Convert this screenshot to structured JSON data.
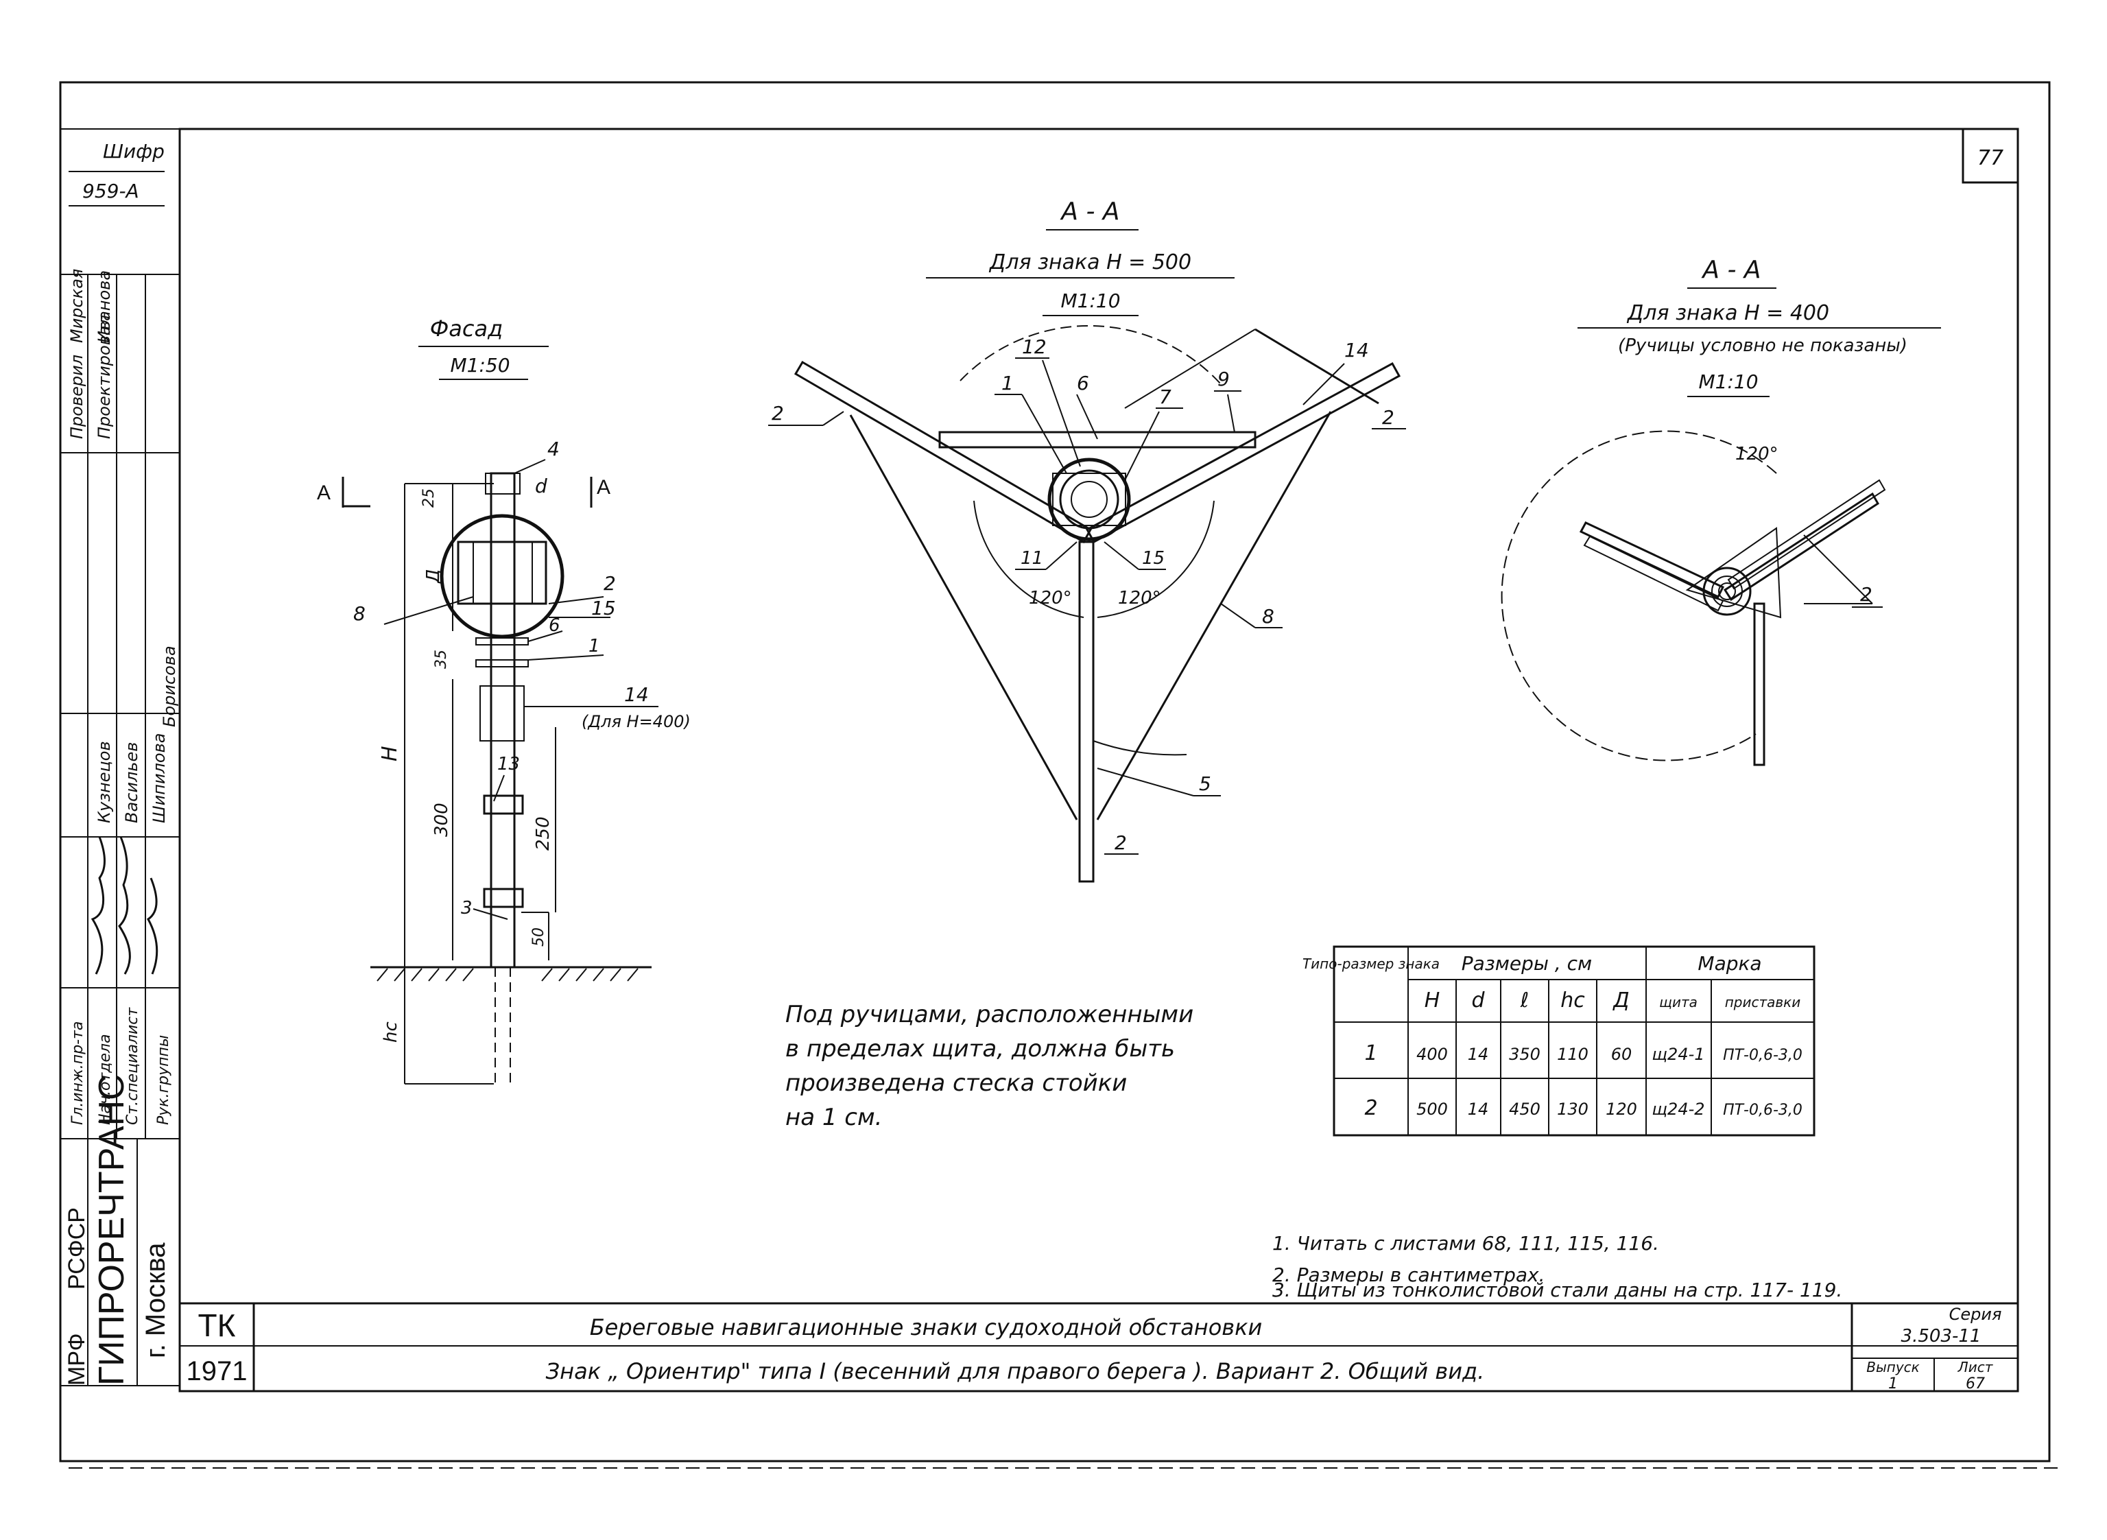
{
  "sheet": {
    "page_number": "77",
    "cipher_label": "Шифр",
    "cipher_value": "959-А",
    "org_ministry": "МРФ",
    "org_rsfsr": "РСФСР",
    "org_name": "ГИПРОРЕЧТРАНС",
    "org_city": "г. Москва",
    "stamp_tk": "ТК",
    "stamp_year": "1971"
  },
  "approvals": {
    "roles": [
      "Гл.инж.пр-та",
      "Нач.отдела",
      "Ст.специалист",
      "Рук.группы"
    ],
    "names": [
      "Кузнецов",
      "Васильев",
      "Шипилова",
      "Борисова"
    ],
    "check_roles": [
      "Проверил",
      "Проектировал"
    ],
    "check_names": [
      "Мирская",
      "Иванова"
    ]
  },
  "title_block": {
    "line1": "Береговые навигационные знаки судоходной обстановки",
    "line2": "Знак „ Ориентир\" типа I (весенний для правого берега ). Вариант 2. Общий вид.",
    "series_label": "Серия",
    "series_value": "3.503-11",
    "issue_label": "Выпуск",
    "issue_value": "1",
    "sheet_label": "Лист",
    "sheet_value": "67"
  },
  "facade": {
    "title": "Фасад",
    "scale": "М1:50",
    "section_mark": "А",
    "dims": {
      "top": "25",
      "D": "Д",
      "d": "d",
      "mid": "35",
      "H": "Н",
      "pole": "300",
      "lower": "250",
      "base": "50",
      "hc": "hc"
    },
    "callouts": [
      "4",
      "2",
      "15",
      "8",
      "6",
      "1",
      "14",
      "(Для Н=400)",
      "13",
      "3"
    ]
  },
  "section_500": {
    "title": "А - А",
    "subtitle": "Для знака  Н = 500",
    "scale": "М1:10",
    "callouts": [
      "12",
      "1",
      "6",
      "7",
      "9",
      "14",
      "2",
      "2",
      "11",
      "15",
      "8",
      "5",
      "2"
    ],
    "angles": [
      "120°",
      "120°"
    ]
  },
  "section_400": {
    "title": "А - А",
    "subtitle": "Для  знака  Н = 400",
    "note": "(Ручицы условно не показаны)",
    "scale": "М1:10",
    "angle": "120°",
    "callout": "2"
  },
  "note_handles": [
    "Под ручицами, расположенными",
    "в пределах щита, должна быть",
    "произведена стеска стойки",
    "на 1 см."
  ],
  "size_table": {
    "head_type": "Типо-размер знака",
    "head_sizes": "Размеры , см",
    "head_mark": "Марка",
    "cols": [
      "Н",
      "d",
      "ℓ",
      "hc",
      "Д",
      "щита",
      "приставки"
    ],
    "rows": [
      [
        "1",
        "400",
        "14",
        "350",
        "110",
        "60",
        "щ24-1",
        "ПТ-0,6-3,0"
      ],
      [
        "2",
        "500",
        "14",
        "450",
        "130",
        "120",
        "щ24-2",
        "ПТ-0,6-3,0"
      ]
    ]
  },
  "notes": [
    "1. Читать   с   листами  68, 111, 115, 116.",
    "2. Размеры   в  сантиметрах.",
    "3. Щиты  из  тонколистовой  стали  даны  на  стр. 117- 119."
  ]
}
